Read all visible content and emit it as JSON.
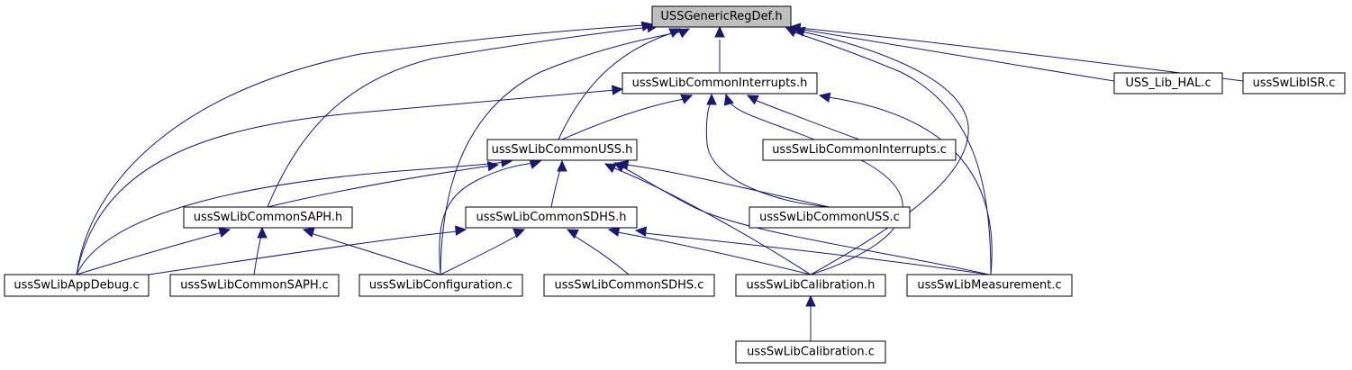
{
  "graph": {
    "edge_color": "#191970",
    "root_fill": "#bfbfbf",
    "nodes": [
      {
        "id": "uss_generic_reg_def_h",
        "label": "USSGenericRegDef.h",
        "root": true
      },
      {
        "id": "common_interrupts_h",
        "label": "ussSwLibCommonInterrupts.h"
      },
      {
        "id": "uss_lib_hal_c",
        "label": "USS_Lib_HAL.c"
      },
      {
        "id": "isr_c",
        "label": "ussSwLibISR.c"
      },
      {
        "id": "common_uss_h",
        "label": "ussSwLibCommonUSS.h"
      },
      {
        "id": "common_interrupts_c",
        "label": "ussSwLibCommonInterrupts.c"
      },
      {
        "id": "common_saph_h",
        "label": "ussSwLibCommonSAPH.h"
      },
      {
        "id": "common_sdhs_h",
        "label": "ussSwLibCommonSDHS.h"
      },
      {
        "id": "common_uss_c",
        "label": "ussSwLibCommonUSS.c"
      },
      {
        "id": "app_debug_c",
        "label": "ussSwLibAppDebug.c"
      },
      {
        "id": "common_saph_c",
        "label": "ussSwLibCommonSAPH.c"
      },
      {
        "id": "configuration_c",
        "label": "ussSwLibConfiguration.c"
      },
      {
        "id": "common_sdhs_c",
        "label": "ussSwLibCommonSDHS.c"
      },
      {
        "id": "calibration_h",
        "label": "ussSwLibCalibration.h"
      },
      {
        "id": "measurement_c",
        "label": "ussSwLibMeasurement.c"
      },
      {
        "id": "calibration_c",
        "label": "ussSwLibCalibration.c"
      }
    ]
  }
}
